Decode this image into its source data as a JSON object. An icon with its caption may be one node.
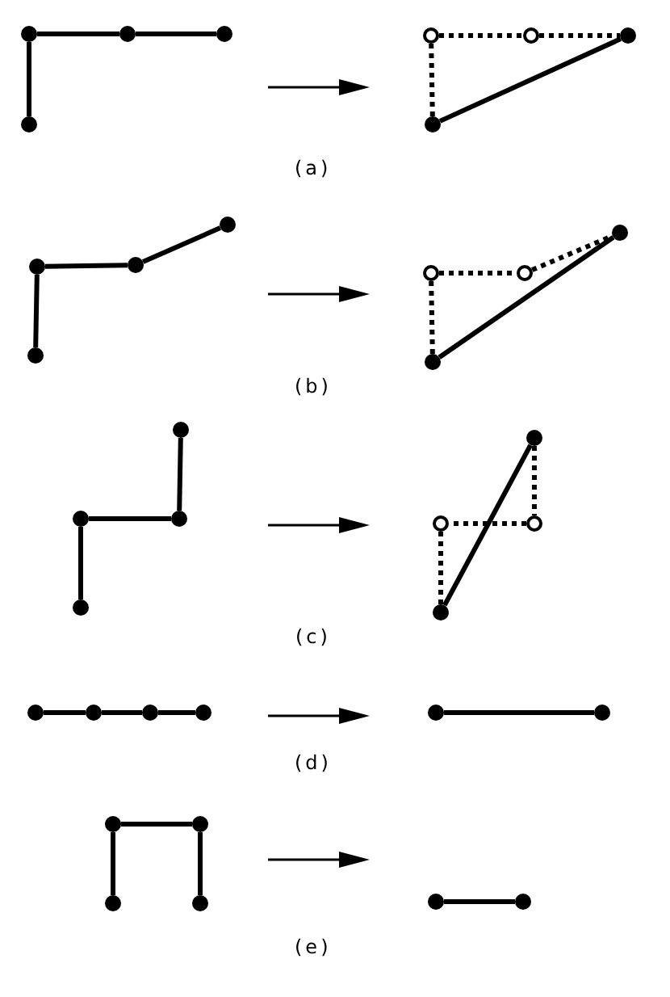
{
  "diagram": {
    "nodes": [
      {
        "text": [],
        "shape": "circle"
      },
      {
        "text": [],
        "shape": "circle"
      },
      {
        "text": [],
        "shape": "circle"
      },
      {
        "text": [],
        "shape": "circle"
      },
      {
        "text": [],
        "shape": "circle"
      },
      {
        "text": [],
        "shape": "circle"
      },
      {
        "text": [],
        "shape": "circle"
      },
      {
        "text": [],
        "shape": "circle"
      },
      {
        "text": [],
        "shape": "circle"
      },
      {
        "text": [],
        "shape": "circle"
      },
      {
        "text": [],
        "shape": "circle"
      },
      {
        "text": [],
        "shape": "circle"
      },
      {
        "text": [],
        "shape": "circle"
      },
      {
        "text": [],
        "shape": "circle"
      },
      {
        "text": [],
        "shape": "circle"
      },
      {
        "text": [],
        "shape": "circle"
      },
      {
        "text": [],
        "shape": "circle"
      },
      {
        "text": [],
        "shape": "circle"
      },
      {
        "text": [],
        "shape": "circle"
      },
      {
        "text": [],
        "shape": "circle"
      },
      {
        "text": [],
        "shape": "circle"
      },
      {
        "text": [],
        "shape": "circle"
      },
      {
        "text": [],
        "shape": "circle"
      },
      {
        "text": [],
        "shape": "circle"
      },
      {
        "text": [],
        "shape": "circle"
      },
      {
        "text": [],
        "shape": "circle"
      },
      {
        "text": [],
        "shape": "circle"
      },
      {
        "text": [],
        "shape": "circle"
      },
      {
        "text": [],
        "shape": "circle"
      },
      {
        "text": [],
        "shape": "circle"
      },
      {
        "text": [],
        "shape": "circle"
      },
      {
        "text": [],
        "shape": "circle"
      },
      {
        "text": [],
        "shape": "circle"
      },
      {
        "text": [],
        "shape": "circle"
      },
      {
        "text": [],
        "shape": "circle"
      },
      {
        "text": [],
        "shape": "circle"
      }
    ],
    "edges": [
      {
        "from": 0,
        "to": 1,
        "arrow": "none"
      },
      {
        "from": 1,
        "to": 2,
        "arrow": "none"
      },
      {
        "from": 0,
        "to": 3,
        "arrow": "none"
      },
      {
        "from": 4,
        "to": 5,
        "arrow": "none",
        "style": "dashed"
      },
      {
        "from": 5,
        "to": 6,
        "arrow": "none",
        "style": "dashed"
      },
      {
        "from": 4,
        "to": 7,
        "arrow": "none",
        "style": "dashed"
      },
      {
        "from": 7,
        "to": 6,
        "arrow": "none"
      },
      {
        "from": 11,
        "to": 9,
        "arrow": "none"
      },
      {
        "from": 9,
        "to": 10,
        "arrow": "none"
      },
      {
        "from": 10,
        "to": 8,
        "arrow": "none"
      },
      {
        "from": 15,
        "to": 13,
        "arrow": "none",
        "style": "dashed"
      },
      {
        "from": 13,
        "to": 14,
        "arrow": "none",
        "style": "dashed"
      },
      {
        "from": 14,
        "to": 12,
        "arrow": "none",
        "style": "dashed"
      },
      {
        "from": 15,
        "to": 12,
        "arrow": "none"
      },
      {
        "from": 16,
        "to": 18,
        "arrow": "none"
      },
      {
        "from": 18,
        "to": 17,
        "arrow": "none"
      },
      {
        "from": 17,
        "to": 19,
        "arrow": "none"
      },
      {
        "from": 20,
        "to": 22,
        "arrow": "none",
        "style": "dashed"
      },
      {
        "from": 22,
        "to": 21,
        "arrow": "none",
        "style": "dashed"
      },
      {
        "from": 21,
        "to": 23,
        "arrow": "none",
        "style": "dashed"
      },
      {
        "from": 23,
        "to": 20,
        "arrow": "none"
      },
      {
        "from": 24,
        "to": 25,
        "arrow": "none"
      },
      {
        "from": 25,
        "to": 26,
        "arrow": "none"
      },
      {
        "from": 26,
        "to": 27,
        "arrow": "none"
      },
      {
        "from": 28,
        "to": 29,
        "arrow": "none"
      },
      {
        "from": 32,
        "to": 30,
        "arrow": "none"
      },
      {
        "from": 30,
        "to": 31,
        "arrow": "none"
      },
      {
        "from": 31,
        "to": 33,
        "arrow": "none"
      },
      {
        "from": 34,
        "to": 35,
        "arrow": "none"
      }
    ],
    "labels": [
      "(a)",
      "(b)",
      "(c)",
      "(d)",
      "(e)"
    ]
  }
}
